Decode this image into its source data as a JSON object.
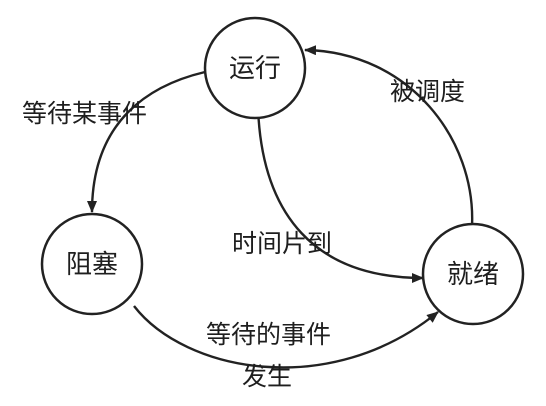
{
  "nodes": {
    "running": {
      "label": "运行"
    },
    "blocked": {
      "label": "阻塞"
    },
    "ready": {
      "label": "就绪"
    }
  },
  "edges": {
    "running_to_blocked": {
      "label": "等待某事件"
    },
    "running_to_ready": {
      "label": "时间片到"
    },
    "ready_to_running": {
      "label": "被调度"
    },
    "blocked_to_ready": {
      "line1": "等待的事件",
      "line2": "发生"
    }
  },
  "colors": {
    "stroke": "#222222",
    "text": "#1e1e1e",
    "background": "#ffffff"
  }
}
